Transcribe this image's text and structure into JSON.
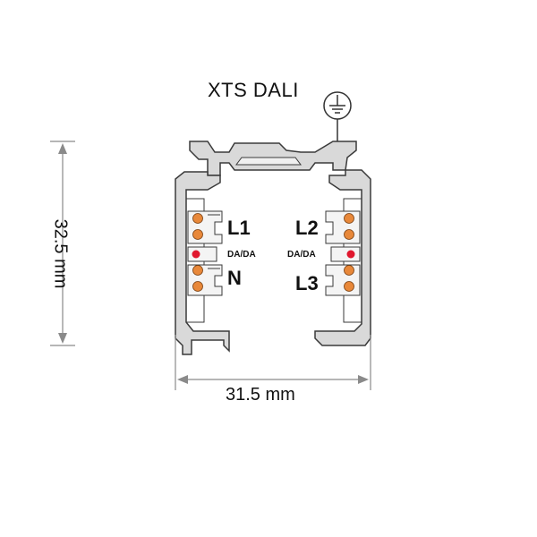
{
  "title": "XTS DALI",
  "conductors": {
    "l1": "L1",
    "l2": "L2",
    "n": "N",
    "l3": "L3",
    "dali_left": "DA/DA",
    "dali_right": "DA/DA"
  },
  "dimensions": {
    "width": "31.5 mm",
    "height": "32.5 mm"
  },
  "colors": {
    "profile_fill": "#d9d9d9",
    "profile_stroke": "#3a3a3a",
    "contact_orange": "#e8883a",
    "contact_red": "#e0182e",
    "dimension_line": "#8a8a8a"
  },
  "icons": {
    "earth": "ground-symbol-icon"
  }
}
